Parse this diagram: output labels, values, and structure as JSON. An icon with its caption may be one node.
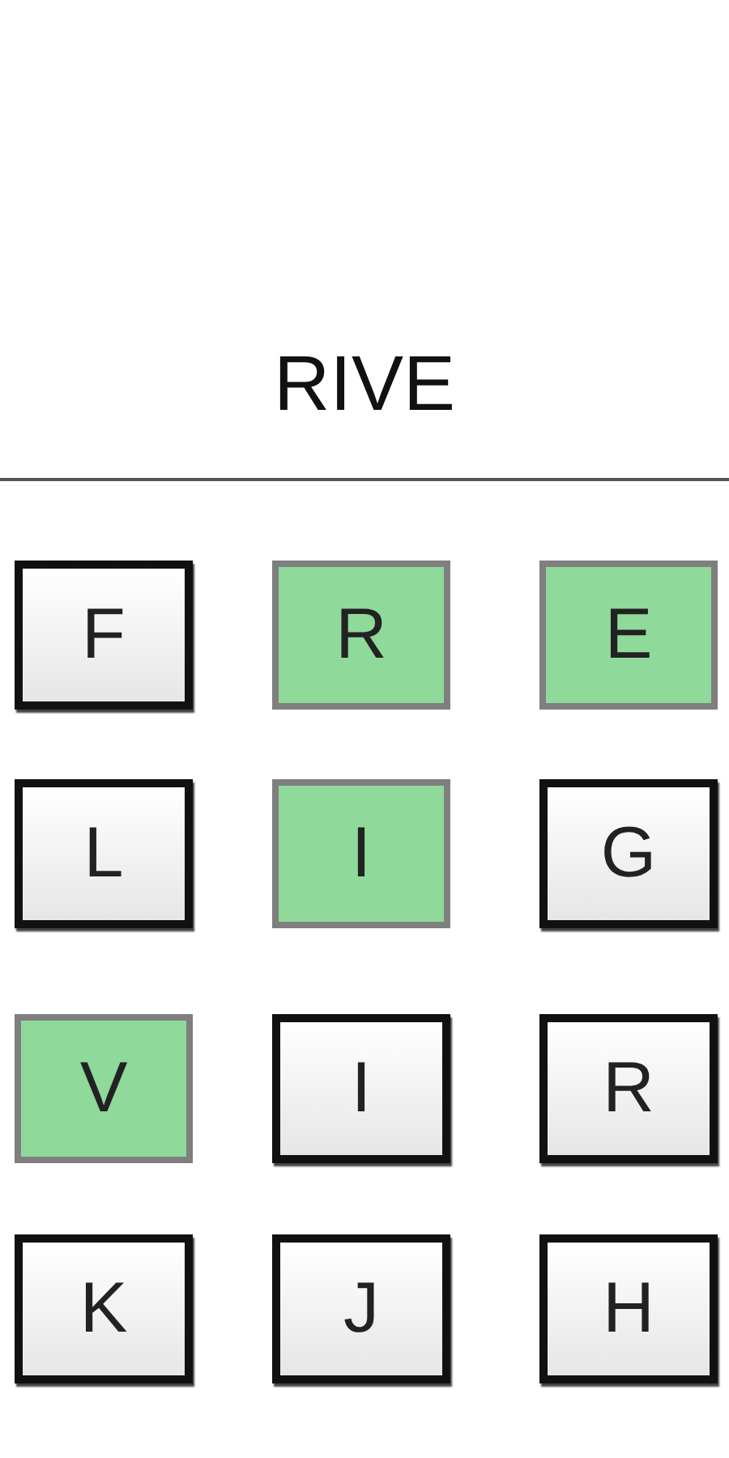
{
  "diagram": {
    "title": "RIVE",
    "nodes": [
      {
        "text": [
          "F"
        ]
      },
      {
        "text": [
          "R"
        ]
      },
      {
        "text": [
          "E"
        ]
      },
      {
        "text": [
          "L"
        ]
      },
      {
        "text": [
          "I"
        ]
      },
      {
        "text": [
          "G"
        ]
      },
      {
        "text": [
          "V"
        ]
      },
      {
        "text": [
          "I"
        ]
      },
      {
        "text": [
          "R"
        ]
      },
      {
        "text": [
          "K"
        ]
      },
      {
        "text": [
          "J"
        ]
      },
      {
        "text": [
          "H"
        ]
      }
    ]
  }
}
